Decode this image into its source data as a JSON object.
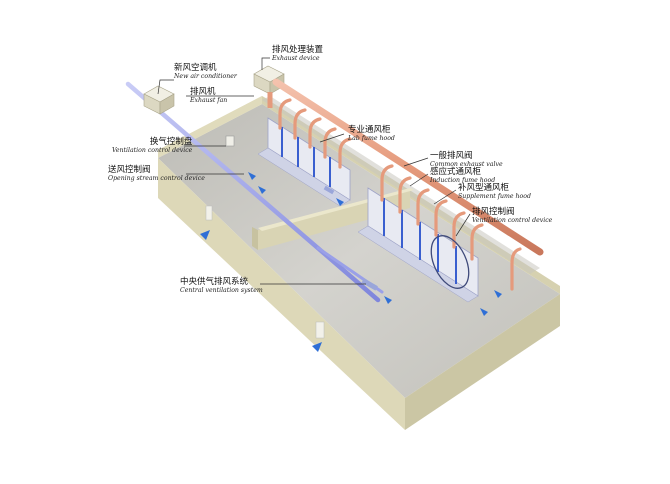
{
  "labels": {
    "new_air": {
      "zh": "新风空调机",
      "en": "New air conditioner"
    },
    "exhaust_device": {
      "zh": "排风处理装置",
      "en": "Exhaust device"
    },
    "exhaust_fan": {
      "zh": "排风机",
      "en": "Exhaust fan"
    },
    "ventilation_control": {
      "zh": "换气控制盘",
      "en": "Ventilation control device"
    },
    "lab_fume_hood": {
      "zh": "专业通风柜",
      "en": "Lab fume hood"
    },
    "common_exhaust_valve": {
      "zh": "一般排风阀",
      "en": "Common exhaust valve"
    },
    "induction_fume_hood": {
      "zh": "感应式通风柜",
      "en": "Induction fume hood"
    },
    "opening_stream": {
      "zh": "送风控制阀",
      "en": "Opening stream control device"
    },
    "supplement_fume_hood": {
      "zh": "补风型通风柜",
      "en": "Supplement fume hood"
    },
    "exhaust_control_valve": {
      "zh": "排风控制阀",
      "en": "Ventilation control device"
    },
    "central_ventilation": {
      "zh": "中央供气排风系统",
      "en": "Central ventilation system"
    }
  },
  "colors": {
    "floor": "#c9c8c2",
    "wall": "#ddd8b8",
    "wall_side": "#cbc6a4",
    "supply_duct": "#9aa0e8",
    "exhaust_duct": "#e89f83",
    "airflow": "#2f6fd6",
    "hood": "#e8eaf2"
  }
}
